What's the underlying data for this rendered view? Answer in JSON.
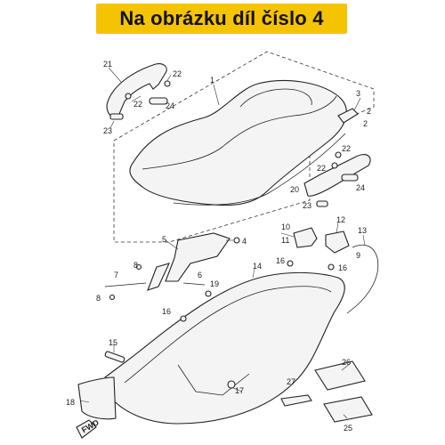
{
  "banner": {
    "text": "Na obrázku díl číslo 4",
    "color": "#f5c400"
  },
  "callouts": {
    "c1": "1",
    "c2a": "2",
    "c2b": "2",
    "c3": "3",
    "c4": "4",
    "c5": "5",
    "c6": "6",
    "c7": "7",
    "c8a": "8",
    "c8b": "8",
    "c9": "9",
    "c10": "10",
    "c11": "11",
    "c12": "12",
    "c13": "13",
    "c14": "14",
    "c15": "15",
    "c16a": "16",
    "c16b": "16",
    "c16c": "16",
    "c17": "17",
    "c18": "18",
    "c19": "19",
    "c20": "20",
    "c21": "21",
    "c22a": "22",
    "c22b": "22",
    "c22c": "22",
    "c22d": "22",
    "c23a": "23",
    "c23b": "23",
    "c24a": "24",
    "c24b": "24",
    "c25": "25",
    "c26": "26",
    "c27": "27"
  },
  "fwd_label": "FWD"
}
